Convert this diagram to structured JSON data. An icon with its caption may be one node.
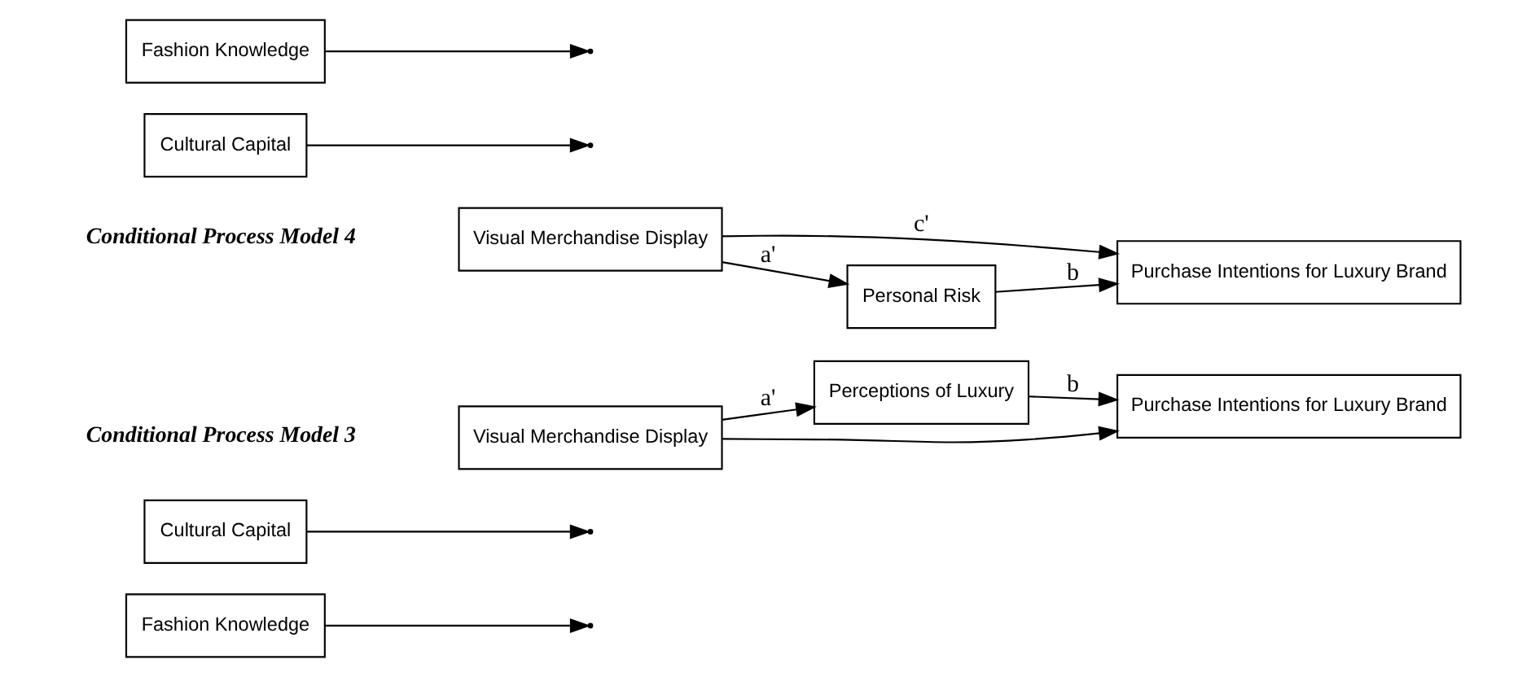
{
  "diagram": {
    "nodes": [
      {
        "text": [
          "Fashion Knowledge"
        ]
      },
      {
        "text": [
          "Cultural Capital"
        ]
      },
      {
        "text": [
          "Perceptions of Luxury"
        ]
      },
      {
        "text": [
          "Visual Merchandise Display"
        ]
      },
      {
        "text": [
          "Purchase Intentions for Luxury Brand"
        ]
      },
      {
        "text": [
          "Visual Merchandise Display"
        ]
      },
      {
        "text": [
          "Purchase Intentions for Luxury Brand"
        ]
      },
      {
        "text": [
          "Cultural Capital"
        ]
      },
      {
        "text": [
          "Personal Risk"
        ]
      },
      {
        "text": [
          "Fashion Knowledge"
        ]
      }
    ],
    "edges": [
      {
        "from": 3,
        "to": 2,
        "arrow": "to",
        "label": "a'"
      },
      {
        "from": 2,
        "to": 4,
        "arrow": "to",
        "label": "b"
      },
      {
        "from": 3,
        "to": 4,
        "arrow": "to"
      },
      {
        "from": 0,
        "to": null,
        "arrow": "to"
      },
      {
        "from": 1,
        "to": null,
        "arrow": "to"
      },
      {
        "from": 5,
        "to": 6,
        "arrow": "to",
        "label": "c'"
      },
      {
        "from": 5,
        "to": 8,
        "arrow": "to",
        "label": "a'"
      },
      {
        "from": 8,
        "to": 6,
        "arrow": "to",
        "label": "b"
      },
      {
        "from": 7,
        "to": null,
        "arrow": "to"
      },
      {
        "from": 9,
        "to": null,
        "arrow": "to"
      }
    ],
    "labels": [
      "Conditional Process Model 3",
      "Conditional Process Model 4"
    ]
  }
}
